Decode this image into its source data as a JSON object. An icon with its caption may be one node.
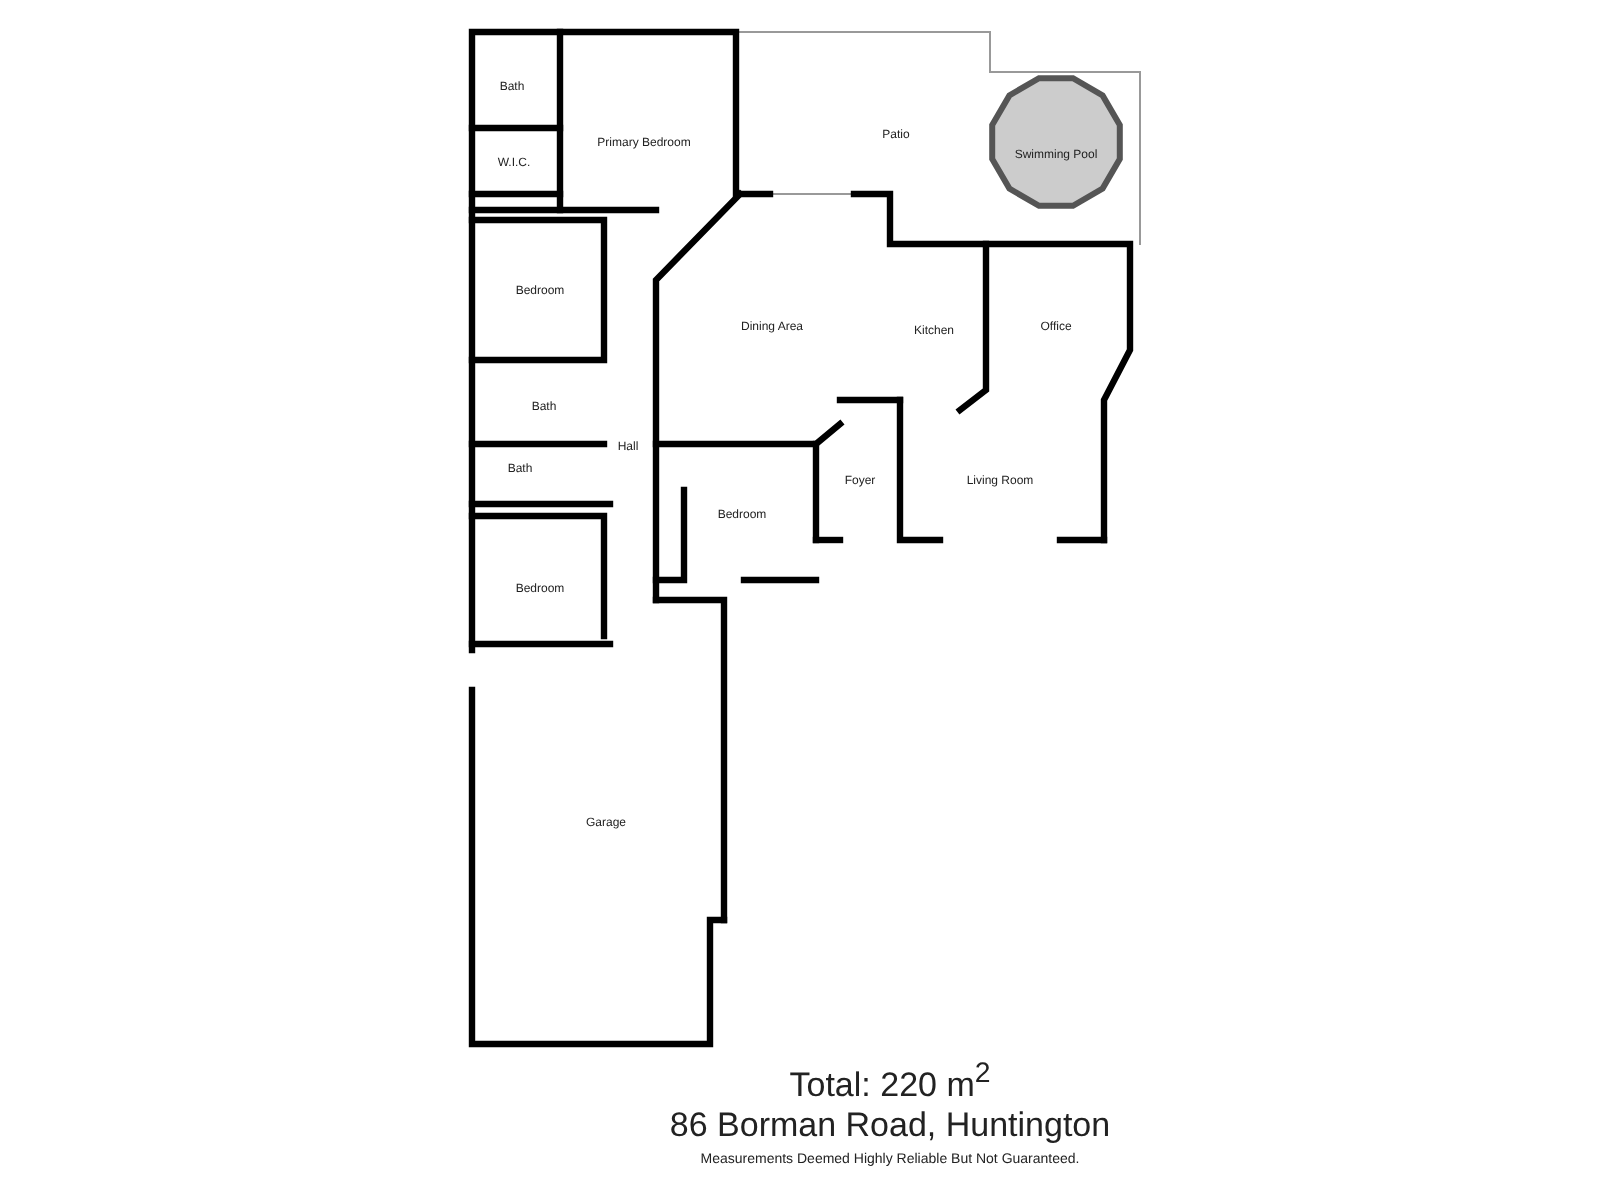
{
  "diagram": {
    "title": "Total: 220 m$^{2}$",
    "labels": [
      "Bath",
      "W.I.C.",
      "Primary Bedroom",
      "Patio",
      "Swimming Pool",
      "Bedroom",
      "Dining Area",
      "Kitchen",
      "Office",
      "Bath",
      "Hall",
      "Bath",
      "Foyer",
      "Living Room",
      "Bedroom",
      "Bedroom",
      "Garage",
      "86 Borman Road, Huntington"
    ],
    "caption": "Measurements Deemed Highly Reliable But Not Guaranteed."
  }
}
